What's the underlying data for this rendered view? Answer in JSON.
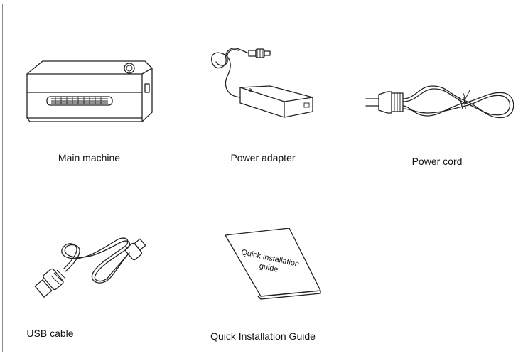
{
  "items": [
    {
      "label": "Main machine",
      "icon": "printer-icon"
    },
    {
      "label": "Power adapter",
      "icon": "power-adapter-icon"
    },
    {
      "label": "Power cord",
      "icon": "power-cord-icon"
    },
    {
      "label": "USB cable",
      "icon": "usb-cable-icon"
    },
    {
      "label": "Quick Installation Guide",
      "icon": "guide-booklet-icon"
    }
  ],
  "booklet_text": {
    "line1": "Quick installation",
    "line2": "guide"
  }
}
